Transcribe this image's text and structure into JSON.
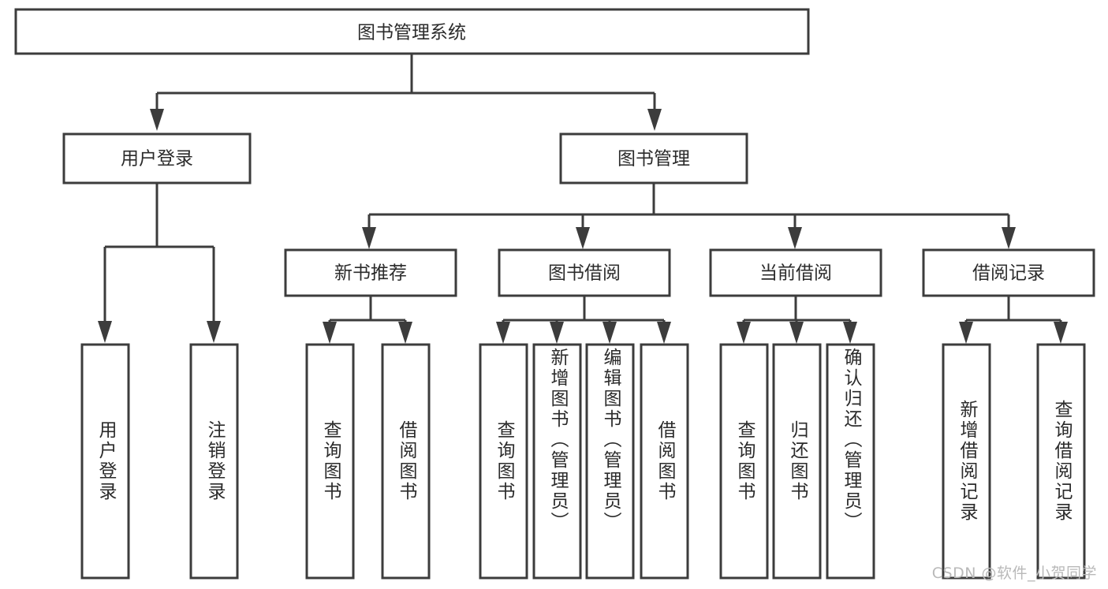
{
  "diagram": {
    "type": "tree",
    "title": "图书管理系统",
    "watermark": "CSDN @软件_小贺同学",
    "colors": {
      "stroke": "#3c3c3c",
      "box_fill": "#ffffff",
      "text": "#2b2b2b",
      "background": "#ffffff",
      "watermark": "#b9b9b9"
    },
    "levels": {
      "root": {
        "label": "图书管理系统"
      },
      "level2": [
        {
          "label": "用户登录"
        },
        {
          "label": "图书管理"
        }
      ],
      "level3": [
        {
          "label": "新书推荐"
        },
        {
          "label": "图书借阅"
        },
        {
          "label": "当前借阅"
        },
        {
          "label": "借阅记录"
        }
      ],
      "leaves": {
        "user_login": [
          {
            "label": "用户登录"
          },
          {
            "label": "注销登录"
          }
        ],
        "new_book_recommend": [
          {
            "label": "查询图书"
          },
          {
            "label": "借阅图书"
          }
        ],
        "book_borrow": [
          {
            "label": "查询图书"
          },
          {
            "label": "新增图书（管理员）"
          },
          {
            "label": "编辑图书（管理员）"
          },
          {
            "label": "借阅图书"
          }
        ],
        "current_borrow": [
          {
            "label": "查询图书"
          },
          {
            "label": "归还图书"
          },
          {
            "label": "确认归还（管理员）"
          }
        ],
        "borrow_records": [
          {
            "label": "新增借阅记录"
          },
          {
            "label": "查询借阅记录"
          }
        ]
      }
    }
  }
}
